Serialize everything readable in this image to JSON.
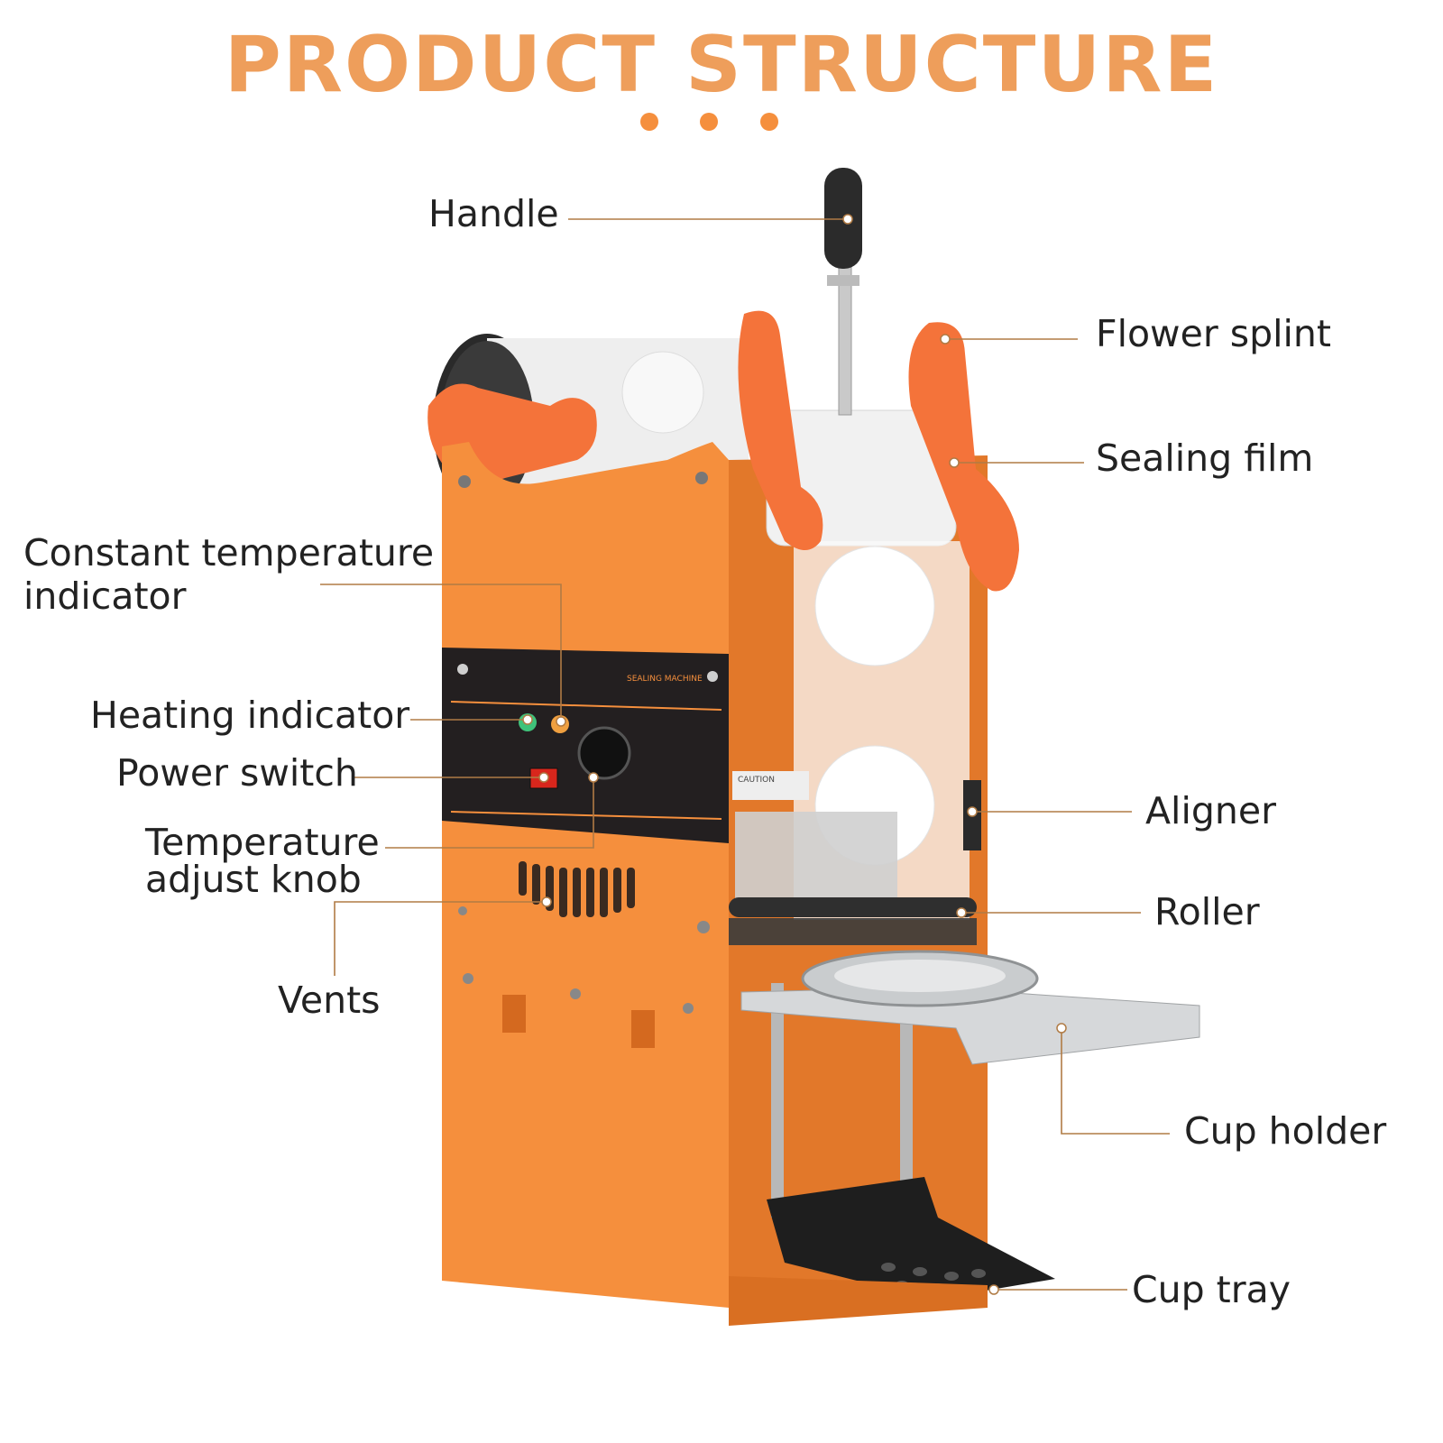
{
  "title": "PRODUCT STRUCTURE",
  "colors": {
    "title": "#EE9E5B",
    "accent": "#F58F3D",
    "leader": "#B07B45",
    "body_orange": "#F58F3D",
    "body_orange_dark": "#E2782A",
    "bracket_orange": "#F4733A",
    "panel": "#231F20",
    "steel": "#BFC2C4"
  },
  "labels": {
    "handle": "Handle",
    "flower_splint": "Flower splint",
    "sealing_film": "Sealing film",
    "constant_temp_1": "Constant temperature",
    "constant_temp_2": "indicator",
    "heating_indicator": "Heating indicator",
    "power_switch": "Power switch",
    "temp_knob_1": "Temperature",
    "temp_knob_2": "adjust knob",
    "aligner": "Aligner",
    "roller": "Roller",
    "vents": "Vents",
    "cup_holder": "Cup holder",
    "cup_tray": "Cup tray"
  },
  "machine_text": {
    "panel_brand": "SEALING MACHINE",
    "caution": "CAUTION"
  }
}
